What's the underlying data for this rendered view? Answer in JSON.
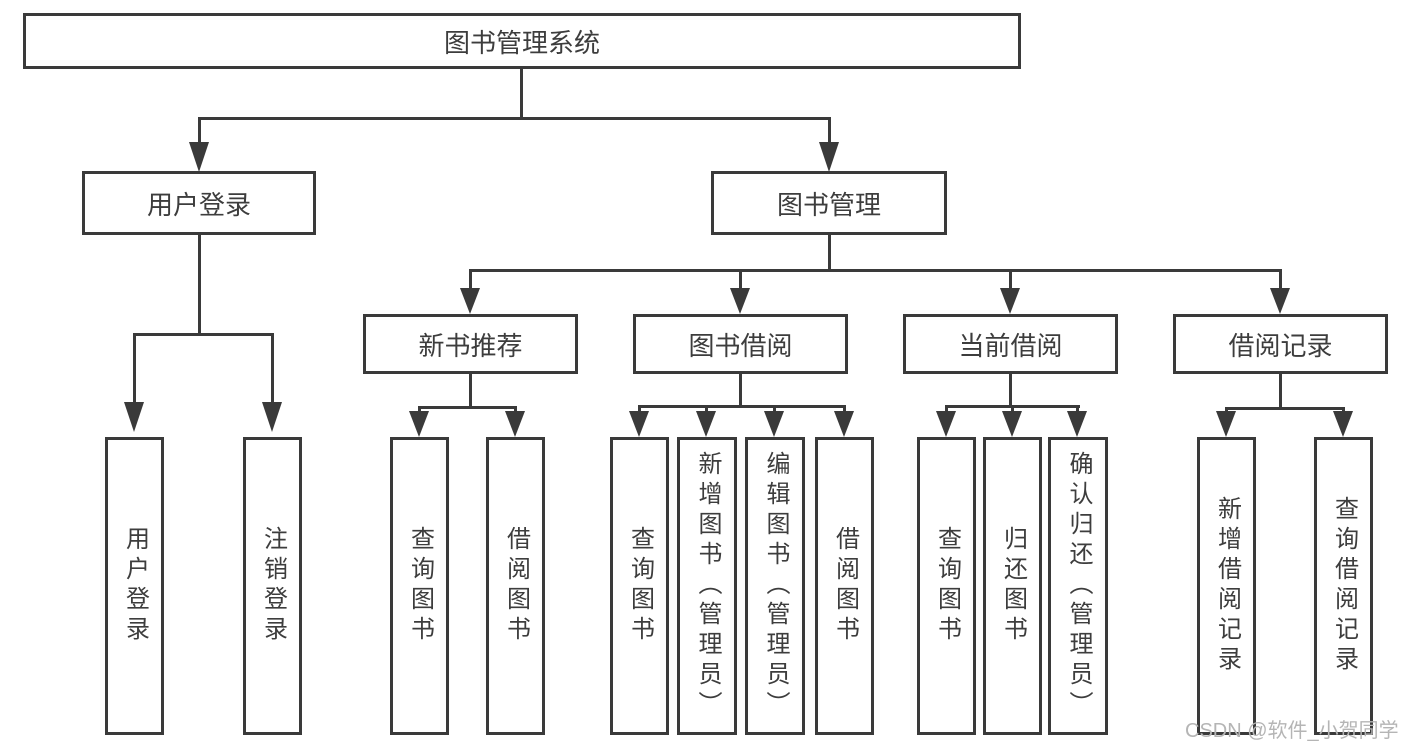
{
  "diagram": {
    "type": "hierarchy",
    "title": "图书管理系统",
    "children": [
      {
        "label": "用户登录",
        "children": [
          "用户登录",
          "注销登录"
        ]
      },
      {
        "label": "图书管理",
        "children": [
          {
            "label": "新书推荐",
            "children": [
              "查询图书",
              "借阅图书"
            ]
          },
          {
            "label": "图书借阅",
            "children": [
              "查询图书",
              "新增图书（管理员）",
              "编辑图书（管理员）",
              "借阅图书"
            ]
          },
          {
            "label": "当前借阅",
            "children": [
              "查询图书",
              "归还图书",
              "确认归还（管理员）"
            ]
          },
          {
            "label": "借阅记录",
            "children": [
              "新增借阅记录",
              "查询借阅记录"
            ]
          }
        ]
      }
    ]
  },
  "watermark": "CSDN @软件_小贺同学",
  "colors": {
    "line": "#3a3a3a",
    "text": "#3d3d3d",
    "watermark": "#b5b5b5",
    "background": "#ffffff"
  }
}
